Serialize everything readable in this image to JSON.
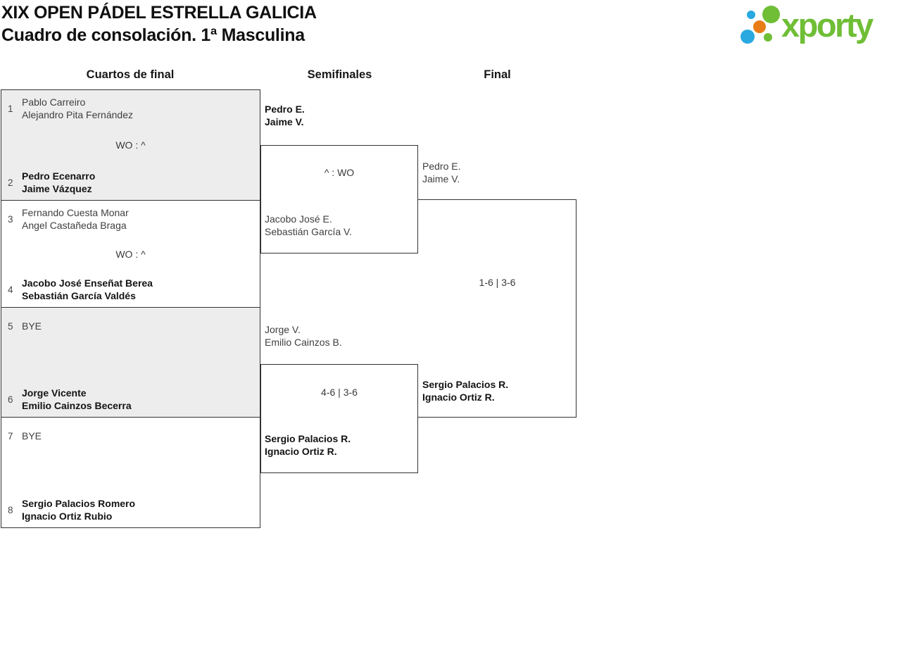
{
  "header": {
    "title_line1": "XIX OPEN PÁDEL ESTRELLA GALICIA",
    "title_line2": "Cuadro de consolación. 1ª Masculina",
    "logo_text": "xporty",
    "logo_colors": {
      "green": "#6fbe36",
      "blue": "#29a9e0",
      "orange": "#e87d17"
    }
  },
  "rounds": [
    {
      "label": "Cuartos de final"
    },
    {
      "label": "Semifinales"
    },
    {
      "label": "Final"
    }
  ],
  "bracket": {
    "quarterfinals": [
      {
        "seed_top": "1",
        "seed_bottom": "2",
        "team_top": {
          "line1": "Pablo Carreiro",
          "line2": "Alejandro Pita Fernández"
        },
        "team_bottom": {
          "line1": "Pedro Ecenarro",
          "line2": "Jaime Vázquez"
        },
        "score": "WO : ^",
        "winner": "bottom"
      },
      {
        "seed_top": "3",
        "seed_bottom": "4",
        "team_top": {
          "line1": "Fernando Cuesta Monar",
          "line2": "Angel Castañeda Braga"
        },
        "team_bottom": {
          "line1": "Jacobo José Enseñat Berea",
          "line2": "Sebastián García Valdés"
        },
        "score": "WO : ^",
        "winner": "bottom"
      },
      {
        "seed_top": "5",
        "seed_bottom": "6",
        "team_top": {
          "line1": "BYE",
          "line2": ""
        },
        "team_bottom": {
          "line1": "Jorge Vicente",
          "line2": "Emilio Cainzos Becerra"
        },
        "score": "",
        "winner": "bottom"
      },
      {
        "seed_top": "7",
        "seed_bottom": "8",
        "team_top": {
          "line1": "BYE",
          "line2": ""
        },
        "team_bottom": {
          "line1": "Sergio Palacios Romero",
          "line2": "Ignacio Ortiz Rubio"
        },
        "score": "",
        "winner": "bottom"
      }
    ],
    "semifinals": [
      {
        "team_top": {
          "line1": "Pedro E.",
          "line2": "Jaime V."
        },
        "team_bottom": {
          "line1": "Jacobo José E.",
          "line2": "Sebastián García V."
        },
        "score": "^ : WO",
        "winner": "top"
      },
      {
        "team_top": {
          "line1": "Jorge V.",
          "line2": "Emilio Cainzos B."
        },
        "team_bottom": {
          "line1": "Sergio Palacios R.",
          "line2": "Ignacio Ortiz R."
        },
        "score": "4-6 | 3-6",
        "winner": "bottom"
      }
    ],
    "final": {
      "team_top": {
        "line1": "Pedro E.",
        "line2": "Jaime V."
      },
      "team_bottom": {
        "line1": "Sergio Palacios R.",
        "line2": "Ignacio Ortiz R."
      },
      "score": "1-6 | 3-6",
      "winner": "bottom"
    }
  }
}
